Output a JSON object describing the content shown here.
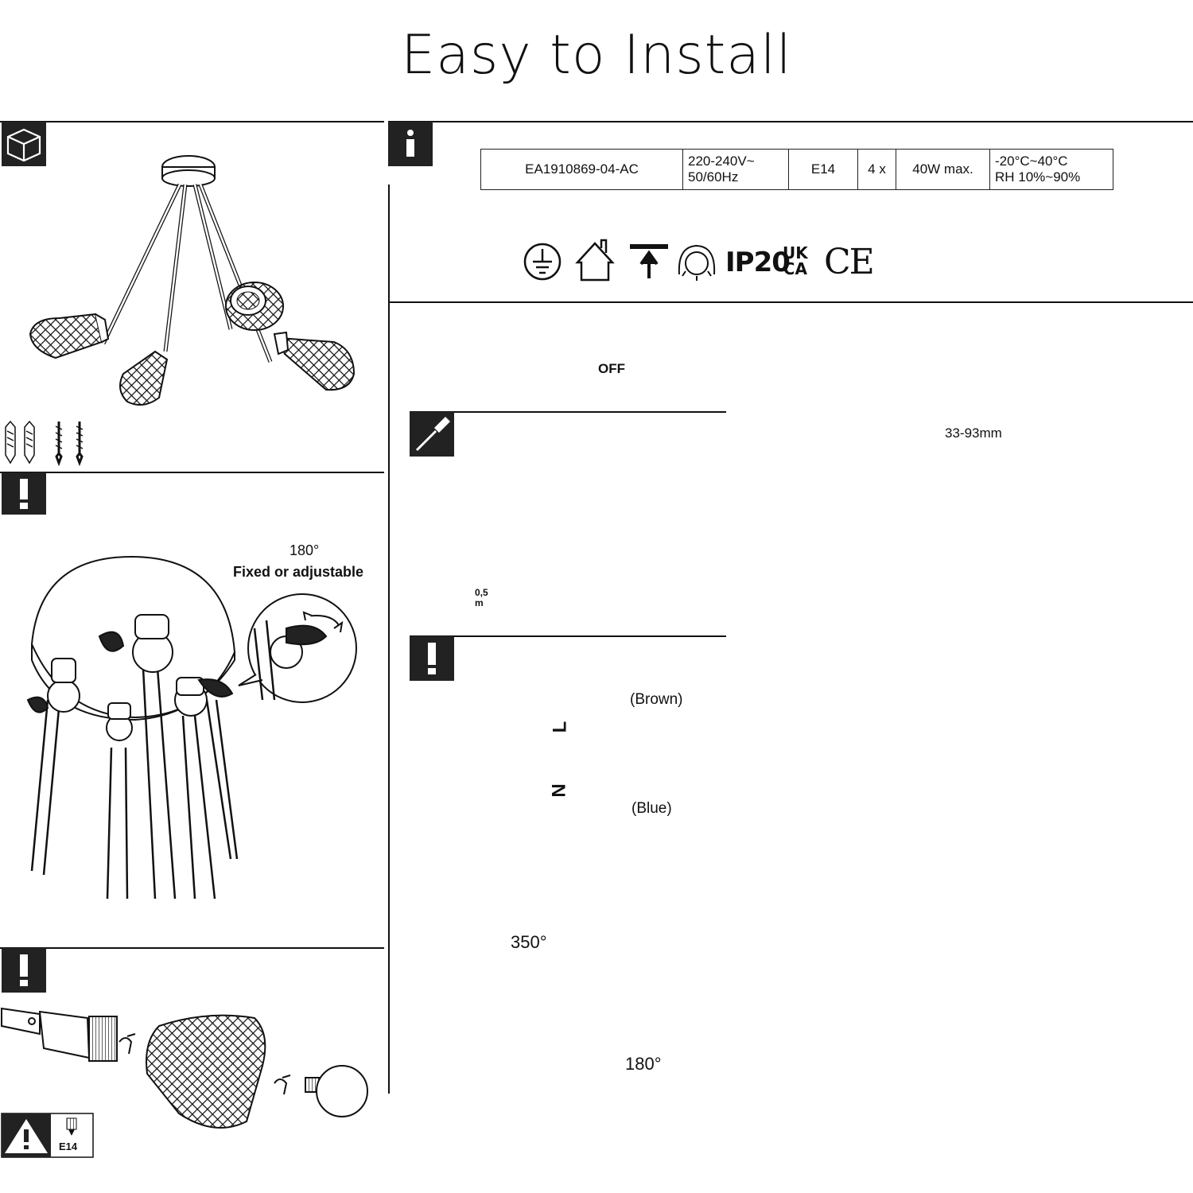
{
  "title": "Easy to Install",
  "specs": {
    "model": "EA1910869-04-AC",
    "voltage_line1": "220-240V~",
    "voltage_line2": "50/60Hz",
    "socket": "E14",
    "count": "4 x",
    "wattage": "40W max.",
    "temp_line1": "-20°C~40°C",
    "temp_line2": "RH 10%~90%"
  },
  "marks": {
    "ip": "IP20",
    "ukca_top": "UK",
    "ukca_bottom": "CA",
    "ce": "CE",
    "off": "OFF"
  },
  "labels": {
    "rotation_180": "180°",
    "fixed_adjustable": "Fixed or adjustable",
    "distance": "33-93mm",
    "brown": "(Brown)",
    "blue": "(Blue)",
    "shade_350": "350°",
    "shade_180": "180°",
    "bulb_socket": "E14",
    "min_distance_value": "0,5",
    "min_distance_unit": "m",
    "terminal_l": "L",
    "terminal_n": "N"
  },
  "icons": [
    "box-icon",
    "info-icon",
    "warning-icon",
    "screwdriver-icon",
    "earth-ground-icon",
    "indoor-icon",
    "ceiling-mount-icon",
    "dimmer-icon",
    "weee-icon",
    "daylight-icon"
  ]
}
